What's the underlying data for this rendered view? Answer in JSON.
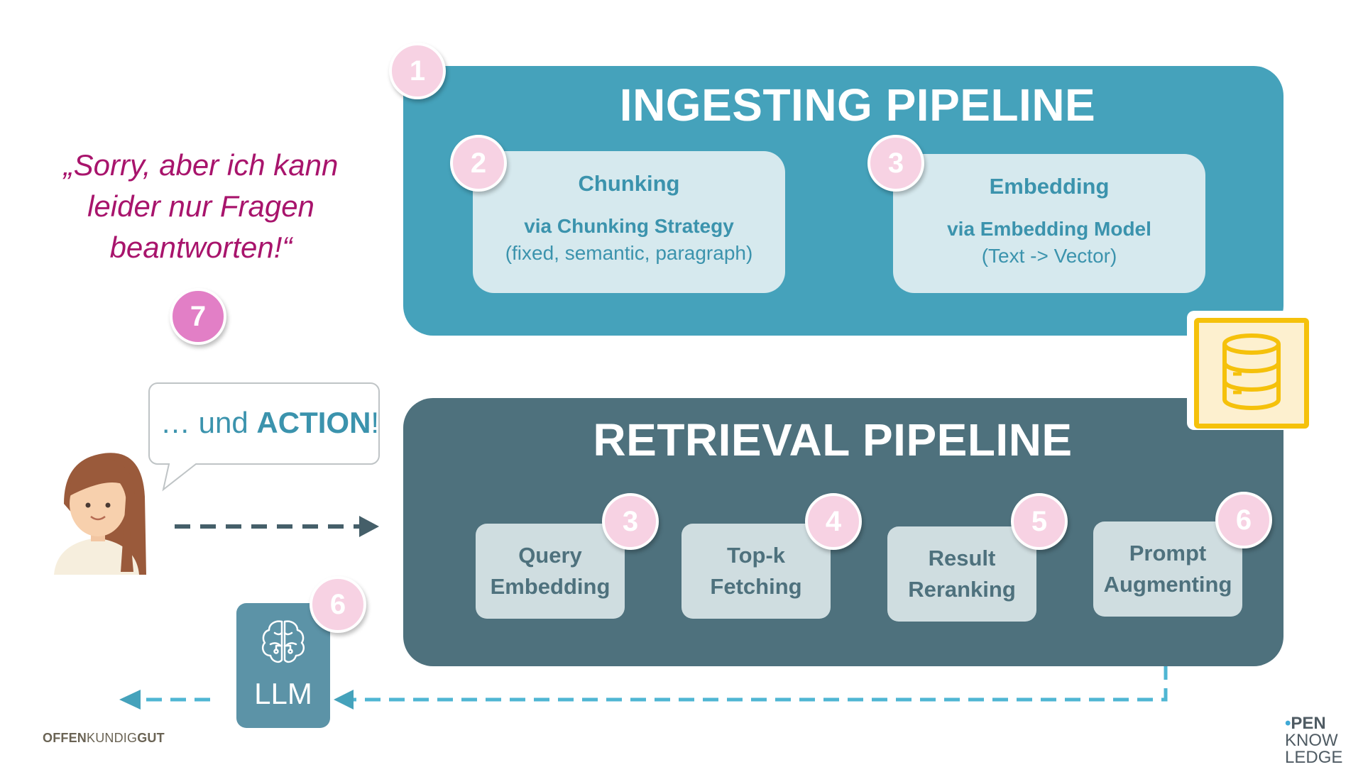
{
  "quote": {
    "line1": "„Sorry, aber ich kann",
    "line2": "leider nur Fragen",
    "line3": "beantworten!“"
  },
  "bubble": {
    "prefix": "… und ",
    "emphasis": "ACTION",
    "suffix": "!"
  },
  "ingesting": {
    "title": "INGESTING PIPELINE",
    "chunking": {
      "title": "Chunking",
      "method": "via Chunking Strategy",
      "detail": "(fixed, semantic, paragraph)"
    },
    "embedding": {
      "title": "Embedding",
      "method": "via Embedding Model",
      "detail": "(Text -> Vector)"
    }
  },
  "retrieval": {
    "title": "RETRIEVAL PIPELINE",
    "query": {
      "line1": "Query",
      "line2": "Embedding"
    },
    "topk": {
      "line1": "Top-k",
      "line2": "Fetching"
    },
    "rerank": {
      "line1": "Result",
      "line2": "Reranking"
    },
    "prompt": {
      "line1": "Prompt",
      "line2": "Augmenting"
    }
  },
  "badges": {
    "ingest": "1",
    "chunking": "2",
    "embedding": "3",
    "query": "3",
    "topk": "4",
    "rerank": "5",
    "prompt": "6",
    "llm": "6",
    "action": "7"
  },
  "llm": {
    "label": "LLM"
  },
  "logos": {
    "left_bold1": "OFFEN",
    "left_normal": "KUNDIG",
    "left_bold2": "GUT",
    "right_line1": "PEN",
    "right_line2": "KNOW",
    "right_line3": "LEDGE"
  },
  "icons": {
    "database": "database-icon",
    "brain": "brain-icon",
    "person": "person-avatar-icon"
  },
  "colors": {
    "ingest_panel": "#45a2bb",
    "retrieval_panel": "#4e717d",
    "badge": "#f7d2e3",
    "badge_hot": "#e27fc6",
    "quote": "#a8146c",
    "database": "#f5c10b",
    "llm": "#5c93a7"
  }
}
